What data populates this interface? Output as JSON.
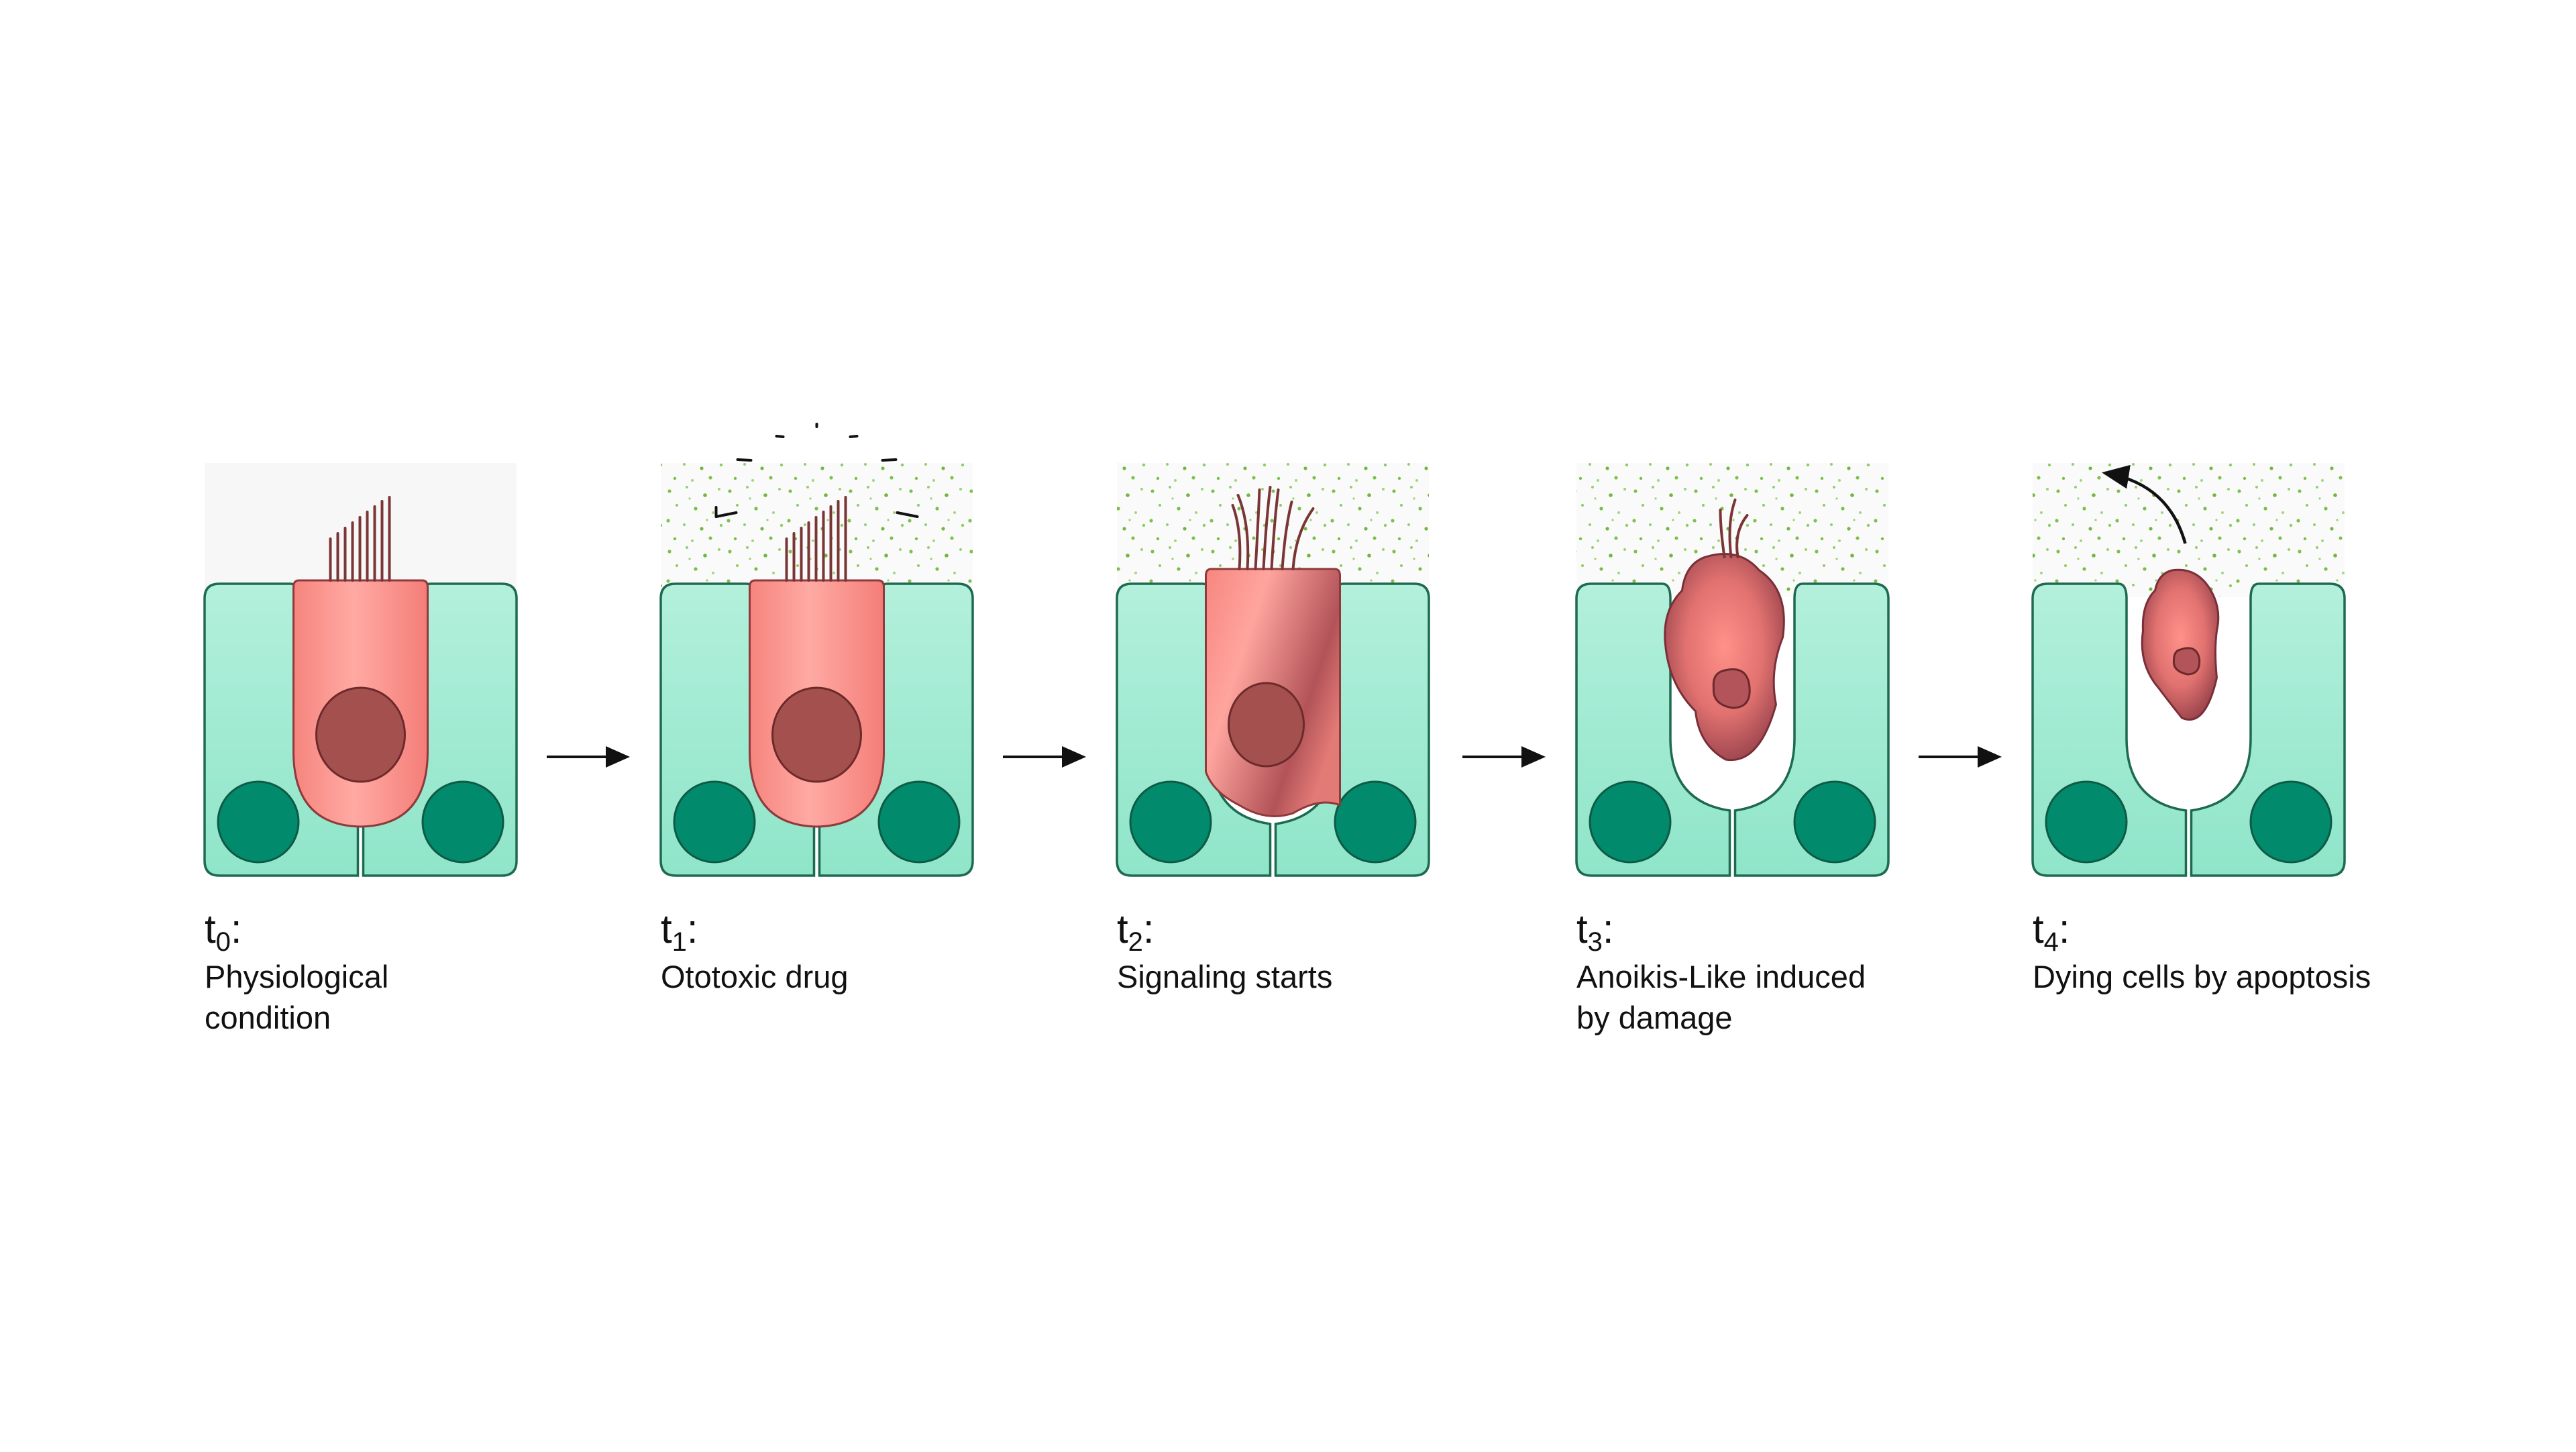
{
  "colors": {
    "support_cell_fill": "#a5ecd4",
    "support_cell_stroke": "#1e6a50",
    "support_nucleus": "#028a6c",
    "hair_cell_light": "#ff9e96",
    "hair_cell_dark": "#a94e52",
    "hair_cell_nucleus": "#a4504f",
    "stereocilia": "#7a3535",
    "drug_particles": "#74c044",
    "arrow": "#111111"
  },
  "stages": [
    {
      "label_main": "t",
      "label_sub": "0",
      "label_colon": ":",
      "desc_line1": "Physiological",
      "desc_line2": "condition"
    },
    {
      "label_main": "t",
      "label_sub": "1",
      "label_colon": ":",
      "desc_line1": "Ototoxic drug",
      "desc_line2": ""
    },
    {
      "label_main": "t",
      "label_sub": "2",
      "label_colon": ":",
      "desc_line1": "Signaling starts",
      "desc_line2": ""
    },
    {
      "label_main": "t",
      "label_sub": "3",
      "label_colon": ":",
      "desc_line1": "Anoikis-Like induced",
      "desc_line2": "by damage"
    },
    {
      "label_main": "t",
      "label_sub": "4",
      "label_colon": ":",
      "desc_line1": "Dying cells by apoptosis",
      "desc_line2": ""
    }
  ]
}
